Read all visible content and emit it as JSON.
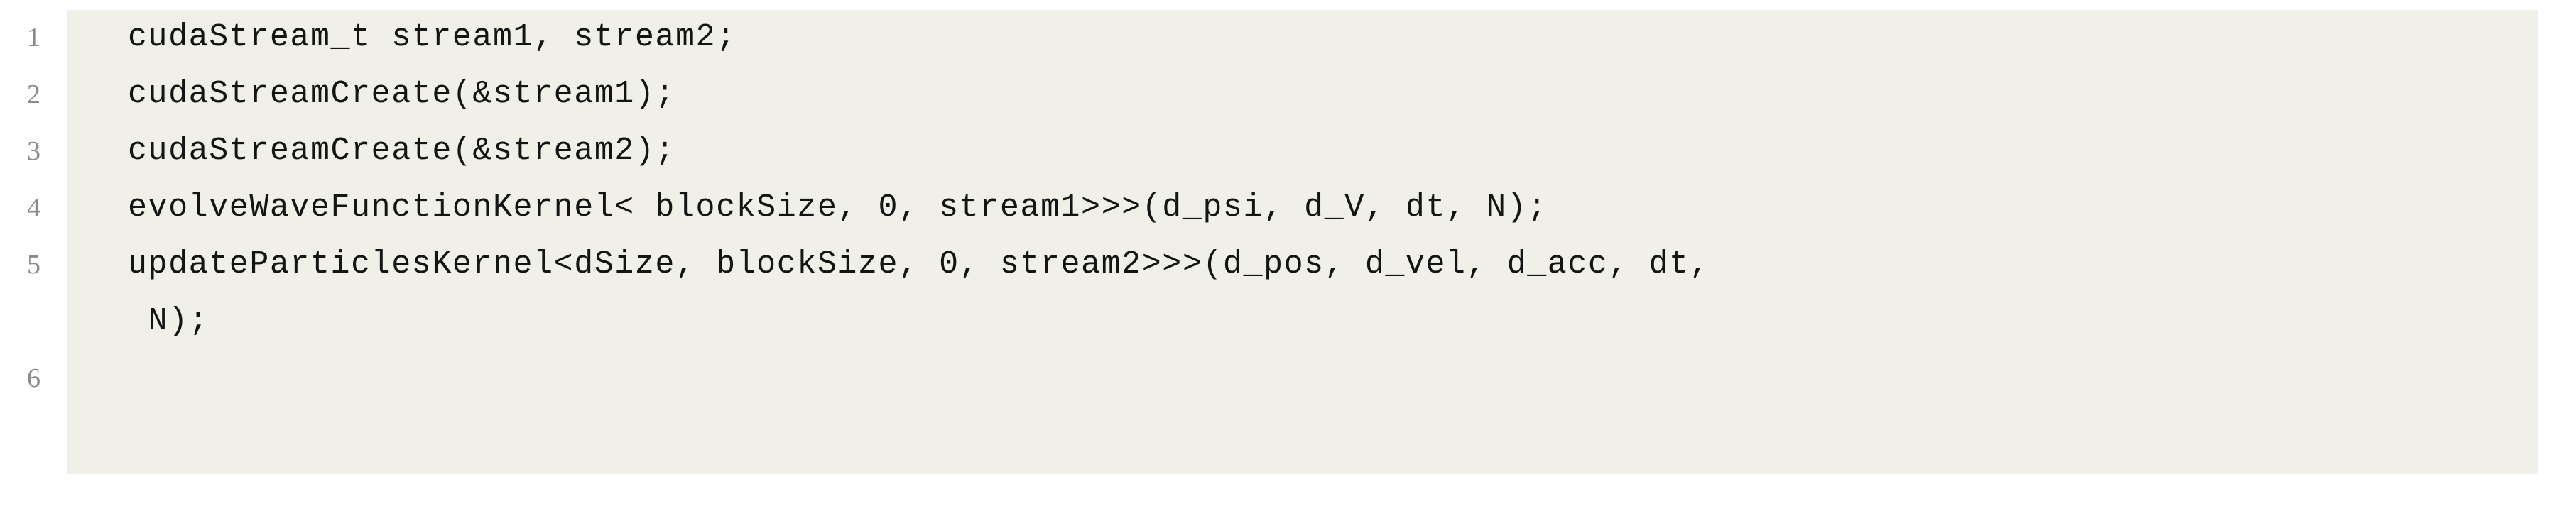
{
  "listing": {
    "background_color": "#f0f0e9",
    "page_background_color": "#ffffff",
    "code_text_color": "#141414",
    "line_number_color": "#8a8a88",
    "language": "cuda",
    "line_numbers": [
      "1",
      "2",
      "3",
      "4",
      "5",
      "6"
    ],
    "lines": [
      {
        "number": "1",
        "text": "cudaStream_t stream1, stream2;",
        "wrapped": ""
      },
      {
        "number": "2",
        "text": "cudaStreamCreate(&stream1);",
        "wrapped": ""
      },
      {
        "number": "3",
        "text": "cudaStreamCreate(&stream2);",
        "wrapped": ""
      },
      {
        "number": "4",
        "text": "evolveWaveFunctionKernel< blockSize, 0, stream1>>>(d_psi, d_V, dt, N);",
        "wrapped": ""
      },
      {
        "number": "5",
        "text": "updateParticlesKernel<dSize, blockSize, 0, stream2>>>(d_pos, d_vel, d_acc, dt,",
        "wrapped": " N);"
      },
      {
        "number": "6",
        "text": "",
        "wrapped": ""
      }
    ]
  }
}
